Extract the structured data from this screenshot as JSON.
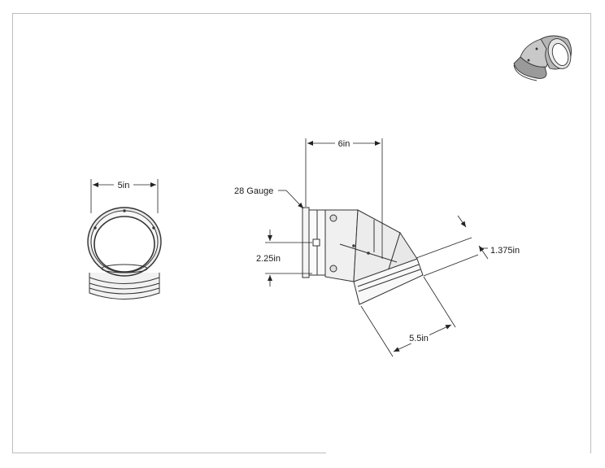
{
  "drawing": {
    "front_view": {
      "width_label": "5in"
    },
    "side_view": {
      "overall_width_label": "6in",
      "gauge_label": "28 Gauge",
      "collar_label": "2.25in",
      "crimp_label": "1.375in",
      "outlet_label": "5.5in"
    },
    "iso_thumbnail": {
      "name": "elbow-isometric"
    }
  }
}
